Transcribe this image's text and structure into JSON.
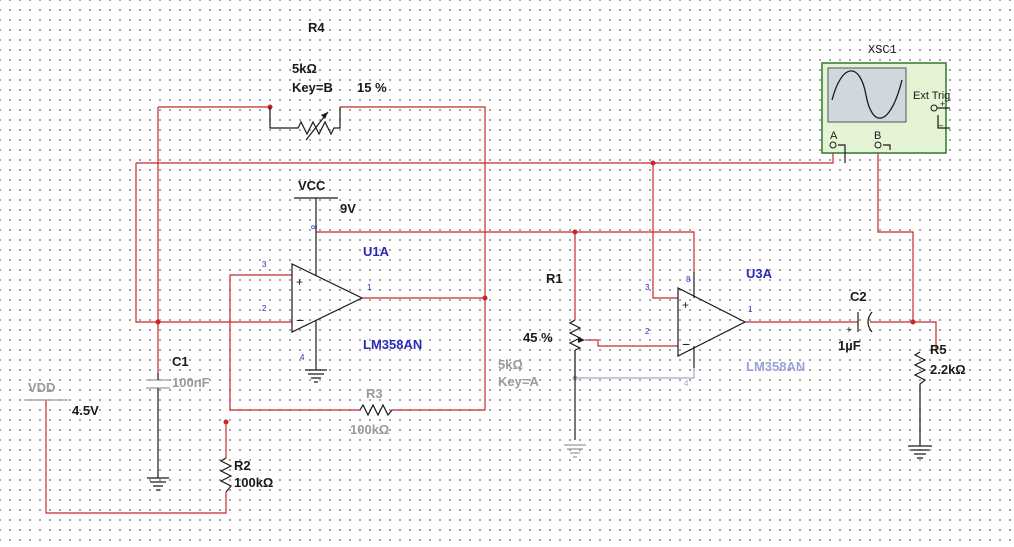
{
  "labels": {
    "r4": {
      "name": "R4",
      "value": "5kΩ",
      "key": "Key=B",
      "percent": "15 %"
    },
    "vcc": {
      "name": "VCC",
      "value": "9V"
    },
    "u1": {
      "name": "U1A",
      "model": "LM358AN",
      "pin3": "3",
      "pin2": "2",
      "pin1": "1",
      "pin8": "8",
      "pin4": "4"
    },
    "r1": {
      "name": "R1",
      "percent": "45 %",
      "value": "5kΩ",
      "key": "Key=A"
    },
    "u3": {
      "name": "U3A",
      "model": "LM358AN",
      "pin3": "3",
      "pin2": "2",
      "pin1": "1",
      "pin8": "8",
      "pin4": "4"
    },
    "c2": {
      "name": "C2",
      "value": "1µF"
    },
    "r5": {
      "name": "R5",
      "value": "2.2kΩ"
    },
    "c1": {
      "name": "C1",
      "value": "100nF"
    },
    "vdd": {
      "name": "VDD",
      "value": "4.5V"
    },
    "r3": {
      "name": "R3",
      "value": "100kΩ"
    },
    "r2": {
      "name": "R2",
      "value": "100kΩ"
    },
    "scope": {
      "name": "XSC1",
      "ext_trig": "Ext Trig",
      "channel_a": "A",
      "channel_b": "B",
      "plus": "+",
      "minus": "_"
    }
  },
  "colors": {
    "wire": "#c82828",
    "wire_inactive": "#a8a8c8",
    "component": "#1a1a1a",
    "ref_blue": "#2a2ab8",
    "grid": "#8a8a8a",
    "scope_body": "#e4f4d4",
    "scope_border": "#2e7a2e",
    "scope_screen": "#cfd8dc"
  }
}
